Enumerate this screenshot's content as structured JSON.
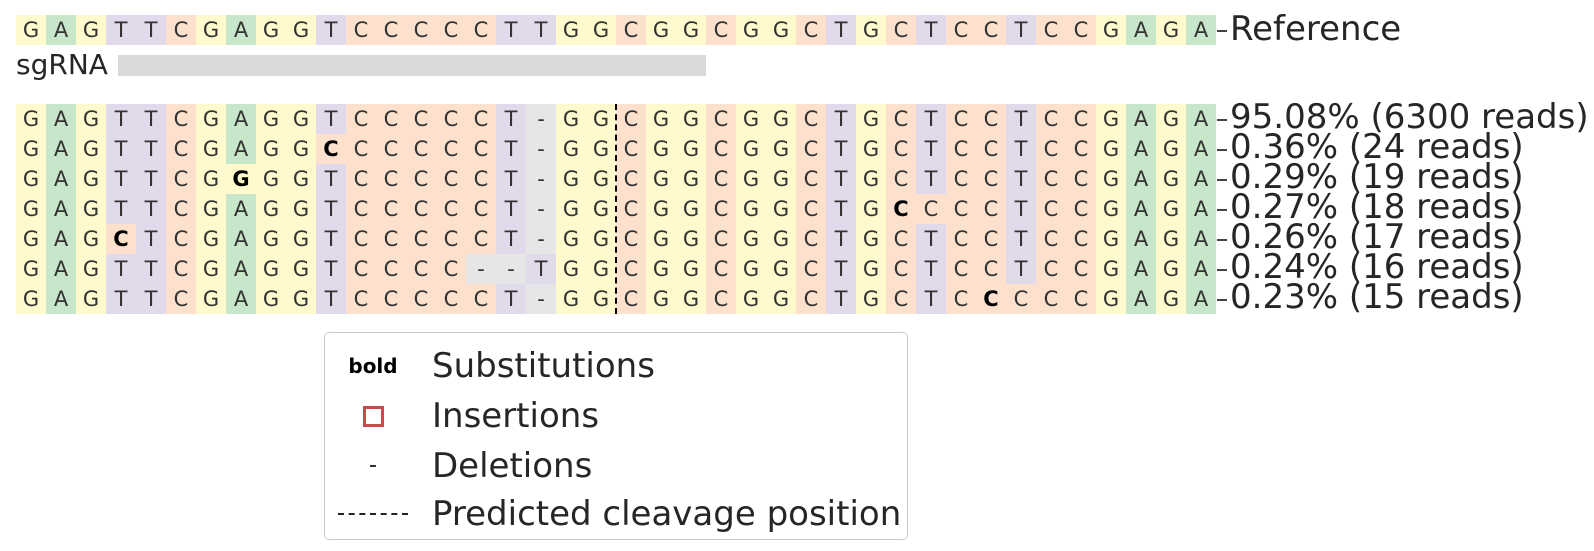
{
  "reference": {
    "sequence": "GAGTTCGAGGTCCCCCTTGGCGGCGGCTGCTCCTCCGAGA",
    "label": "Reference"
  },
  "sgrna": {
    "label": "sgRNA",
    "start_index": 0,
    "length": 23
  },
  "cleavage_index": 20,
  "alleles": [
    {
      "sequence": "GAGTTCGAGGTCCCCCT-GGCGGCGGCTGCTCCTCCGAGA",
      "bold": [],
      "label": "95.08% (6300 reads)"
    },
    {
      "sequence": "GAGTTCGAGGCCCCCCT-GGCGGCGGCTGCTCCTCCGAGA",
      "bold": [
        10
      ],
      "label": "0.36% (24 reads)"
    },
    {
      "sequence": "GAGTTCGGGGTCCCCCT-GGCGGCGGCTGCTCCTCCGAGA",
      "bold": [
        7
      ],
      "label": "0.29% (19 reads)"
    },
    {
      "sequence": "GAGTTCGAGGTCCCCCT-GGCGGCGGCTGCCCCTCCGAGA",
      "bold": [
        29
      ],
      "label": "0.27% (18 reads)"
    },
    {
      "sequence": "GAGCTCGAGGTCCCCCT-GGCGGCGGCTGCTCCTCCGAGA",
      "bold": [
        3
      ],
      "label": "0.26% (17 reads)"
    },
    {
      "sequence": "GAGTTCGAGGTCCCC--TGGCGGCGGCTGCTCCTCCGAGA",
      "bold": [],
      "label": "0.24% (16 reads)"
    },
    {
      "sequence": "GAGTTCGAGGTCCCCCT-GGCGGCGGCTGCTCCCCCGAGA",
      "bold": [
        32
      ],
      "label": "0.23% (15 reads)"
    }
  ],
  "base_colors": {
    "G": "#fffacd",
    "A": "#c8e6c9",
    "T": "#e1daeb",
    "C": "#fde1cc",
    "-": "#e6e6e6"
  },
  "legend": {
    "bold_symbol": "bold",
    "substitutions": "Substitutions",
    "insertions": "Insertions",
    "deletions": "Deletions",
    "cleavage": "Predicted cleavage position"
  }
}
